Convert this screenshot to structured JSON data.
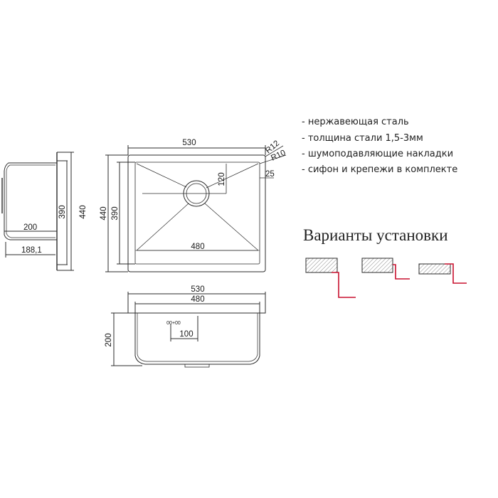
{
  "features": [
    "- нержавеющая сталь",
    "- толщина стали 1,5-3мм",
    "- шумоподавляющие накладки",
    "- сифон и крепежи в комплекте"
  ],
  "variants_title": "Варианты установки",
  "dimensions": {
    "top_width_outer": "530",
    "top_corner_r_outer": "R12",
    "top_corner_r_inner": "R10",
    "top_rim": "25",
    "top_drain_offset": "120",
    "top_height_outer": "440",
    "top_height_inner": "390",
    "top_width_inner": "480",
    "side_height_inner": "390",
    "side_height_outer": "440",
    "side_depth_outer": "200",
    "side_depth_inner": "188,1",
    "front_width_outer": "530",
    "front_width_inner": "480",
    "front_height": "200",
    "front_drain_offset": "100",
    "front_drain_mark": "00+00"
  },
  "colors": {
    "line": "#2b2b2b",
    "mount_bracket": "#c8102e",
    "hatch": "#888888"
  }
}
